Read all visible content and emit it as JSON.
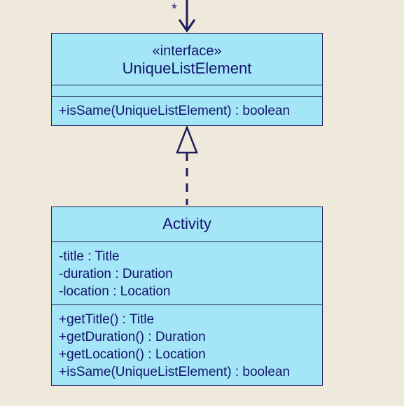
{
  "association": {
    "multiplicity": "*"
  },
  "interface": {
    "stereotype": "«interface»",
    "name": "UniqueListElement",
    "attributes": [],
    "operations": [
      "+isSame(UniqueListElement) : boolean"
    ]
  },
  "activity": {
    "name": "Activity",
    "attributes": [
      "-title : Title",
      "-duration : Duration",
      "-location : Location"
    ],
    "operations": [
      "+getTitle() : Title",
      "+getDuration() : Duration",
      "+getLocation() : Location",
      "+isSame(UniqueListElement) : boolean"
    ]
  },
  "colors": {
    "background": "#efe9db",
    "box_fill": "#a4e6f7",
    "line": "#1c1c5c",
    "text": "#13136b"
  }
}
